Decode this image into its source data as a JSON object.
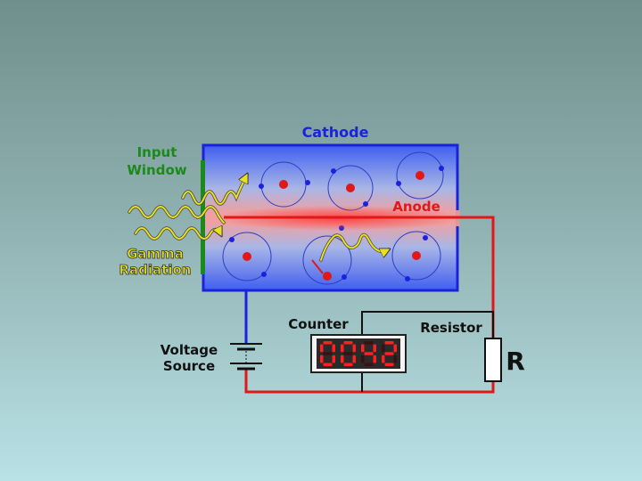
{
  "labels": {
    "cathode": "Cathode",
    "input_window_line1": "Input",
    "input_window_line2": "Window",
    "anode": "Anode",
    "gamma_line1": "Gamma",
    "gamma_line2": "Radiation",
    "voltage_line1": "Voltage",
    "voltage_line2": "Source",
    "counter": "Counter",
    "resistor": "Resistor",
    "resistor_symbol": "R"
  },
  "counter_value": "0042",
  "colors": {
    "cathode": "#1a22e0",
    "anode": "#e01818",
    "input_window": "#1a8a1a",
    "gamma": "#e8e020",
    "wire_dark": "#111111",
    "digit_on": "#ff2020",
    "digit_off": "#3a1010"
  }
}
